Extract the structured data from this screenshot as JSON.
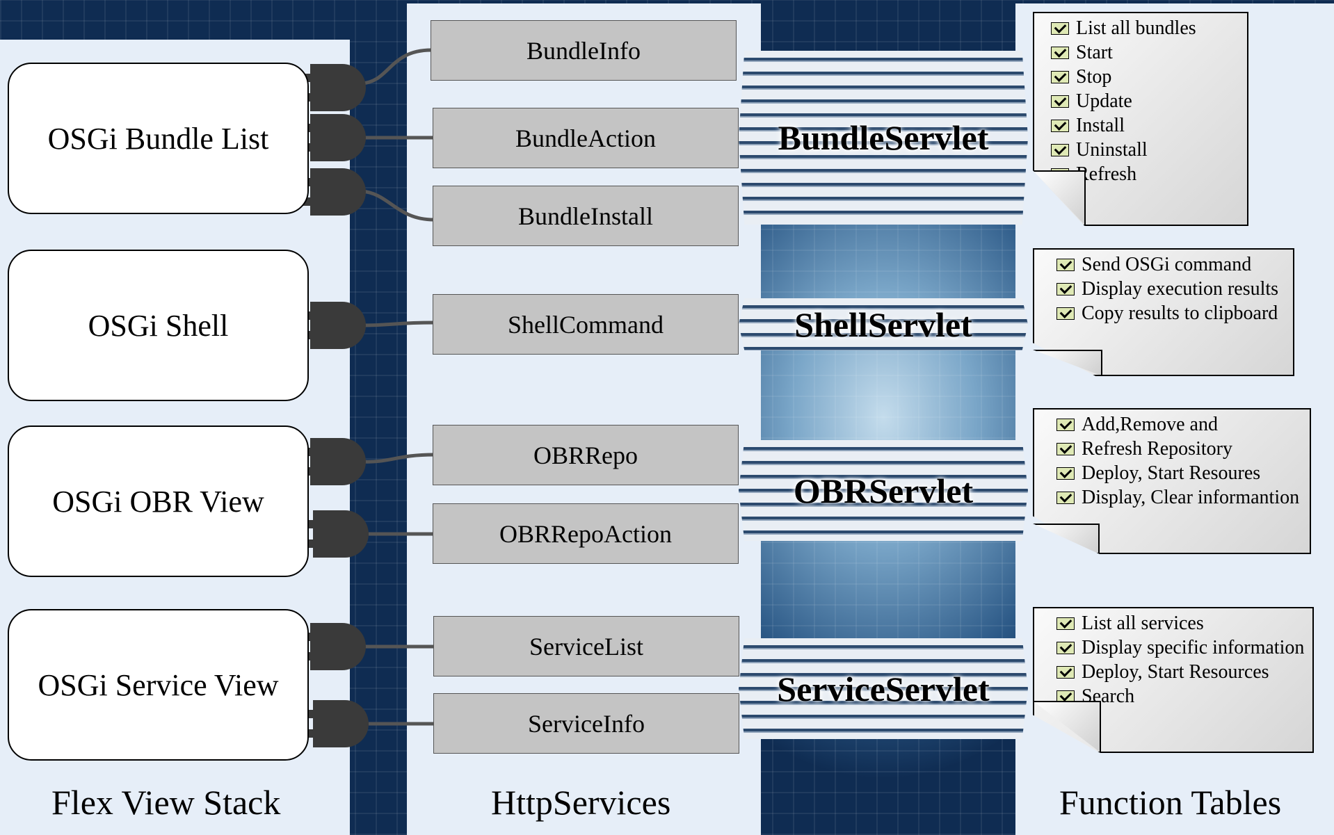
{
  "columns": {
    "views": "Flex View Stack",
    "services": "HttpServices",
    "tables": "Function Tables"
  },
  "views": [
    {
      "label": "OSGi Bundle List"
    },
    {
      "label": "OSGi Shell"
    },
    {
      "label": "OSGi OBR View"
    },
    {
      "label": "OSGi Service View"
    }
  ],
  "services": [
    {
      "label": "BundleInfo"
    },
    {
      "label": "BundleAction"
    },
    {
      "label": "BundleInstall"
    },
    {
      "label": "ShellCommand"
    },
    {
      "label": "OBRRepo"
    },
    {
      "label": "OBRRepoAction"
    },
    {
      "label": "ServiceList"
    },
    {
      "label": "ServiceInfo"
    }
  ],
  "servlets": [
    {
      "label": "BundleServlet"
    },
    {
      "label": "ShellServlet"
    },
    {
      "label": "OBRServlet"
    },
    {
      "label": "ServiceServlet"
    }
  ],
  "tables": [
    {
      "items": [
        "List all bundles",
        "Start",
        "Stop",
        "Update",
        "Install",
        "Uninstall",
        "Refresh"
      ]
    },
    {
      "items": [
        "Send OSGi command",
        "Display execution results",
        "Copy results to clipboard"
      ]
    },
    {
      "items": [
        "Add,Remove and",
        "Refresh Repository",
        "Deploy, Start Resoures",
        "Display, Clear informantion"
      ]
    },
    {
      "items": [
        "List all services",
        "Display specific information",
        "Deploy, Start Resources",
        "Search"
      ]
    }
  ],
  "colors": {
    "panel": "#e6eef8",
    "service_box": "#c4c4c4",
    "plug": "#3a3a3a",
    "checkbox": "#dfe9b5"
  }
}
